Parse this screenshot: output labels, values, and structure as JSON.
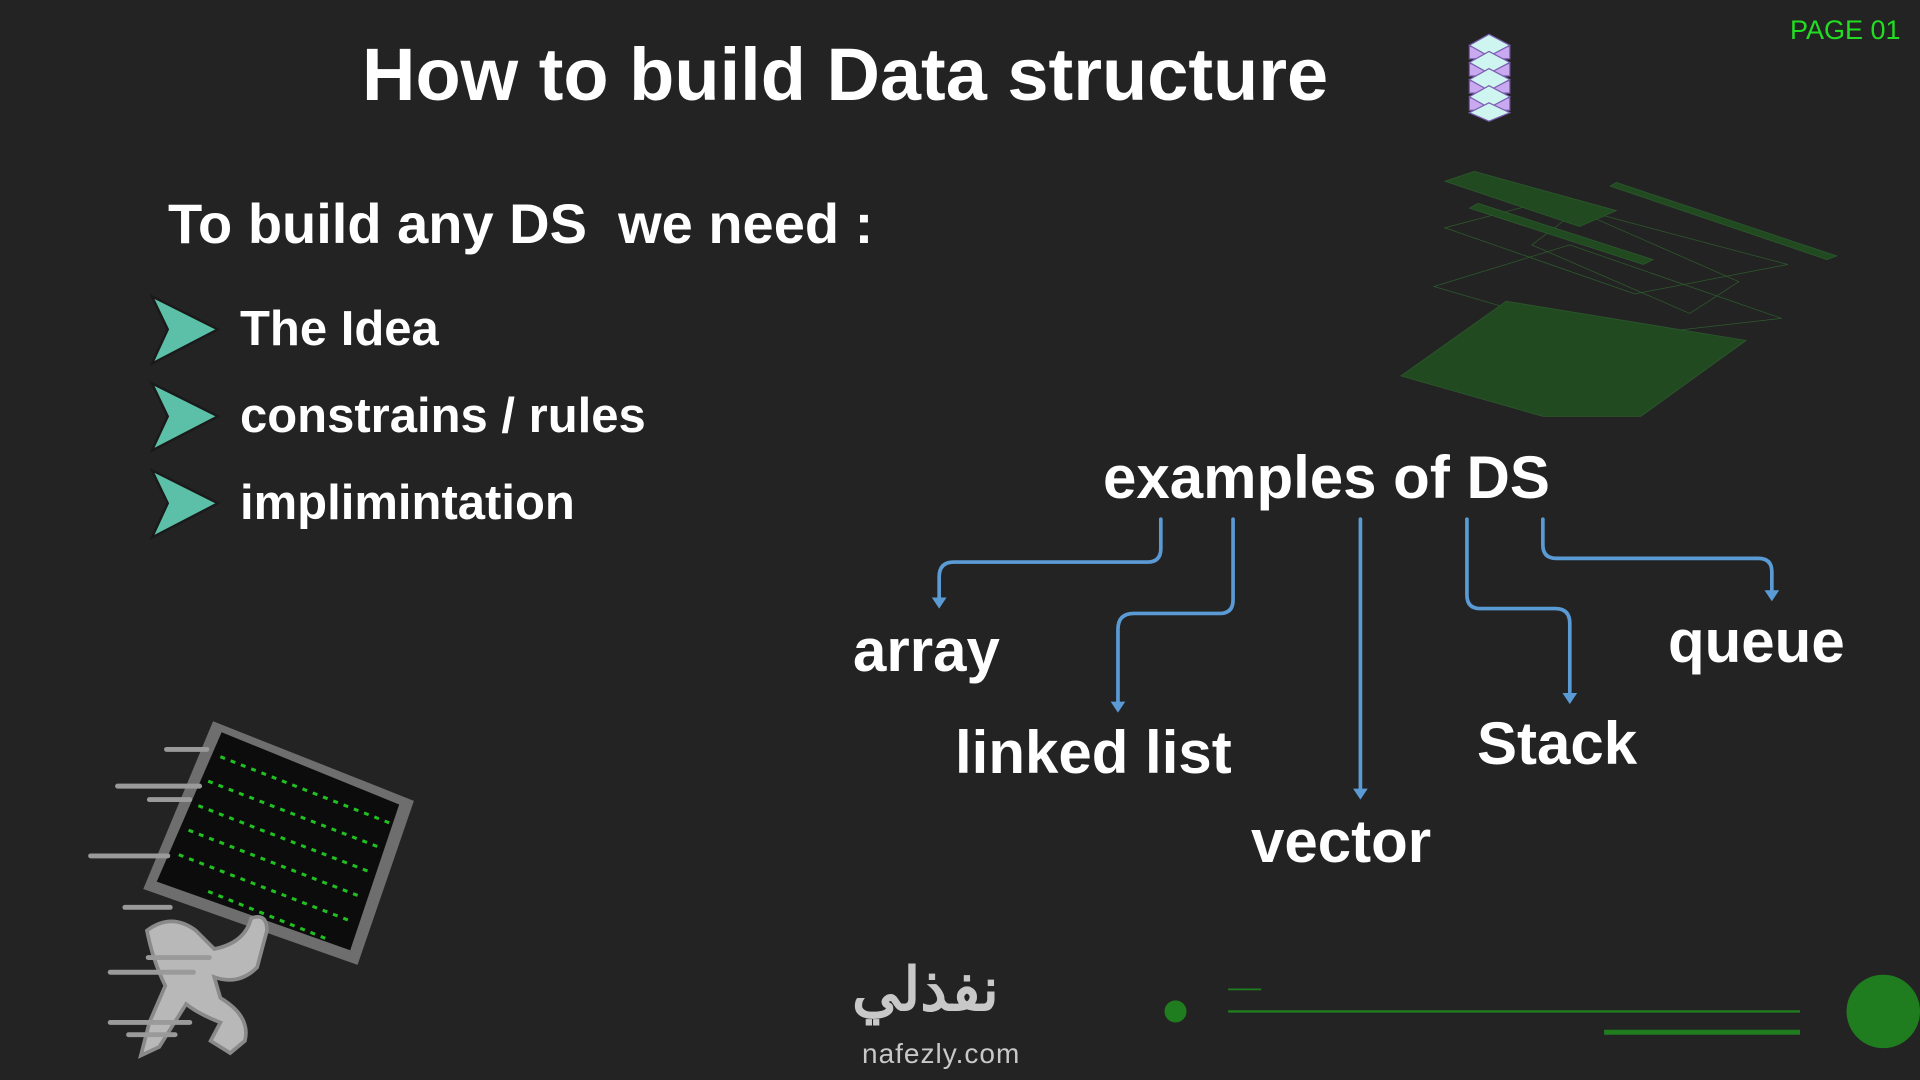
{
  "header": {
    "title": "How to build Data structure",
    "title_icon": "stacked-layers-icon",
    "page_label": "PAGE 01"
  },
  "intro": {
    "heading": "To build any DS  we need :",
    "items": [
      {
        "label": "The Idea",
        "icon": "chevron-right-icon"
      },
      {
        "label": "constrains / rules",
        "icon": "chevron-right-icon"
      },
      {
        "label": "implimintation",
        "icon": "chevron-right-icon"
      }
    ]
  },
  "examples": {
    "heading": "examples of DS",
    "items": [
      "array",
      "linked list",
      "vector",
      "Stack",
      "queue"
    ]
  },
  "footer": {
    "logo_arabic": "نفذلي",
    "logo_url": "nafezly.com"
  },
  "colors": {
    "background": "#232323",
    "accent_green": "#1f7d1f",
    "page_label": "#22dd22",
    "arrow": "#5b9bd5",
    "bullet": "#5cc0a8"
  }
}
